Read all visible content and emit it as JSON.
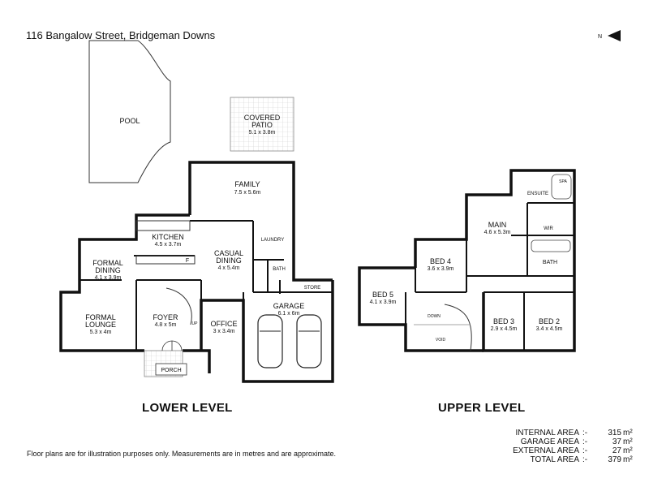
{
  "address": "116 Bangalow Street, Bridgeman Downs",
  "compass": {
    "label": "N",
    "icon": "north-arrow-icon"
  },
  "lower_level": {
    "title": "LOWER LEVEL",
    "rooms": {
      "pool": {
        "name": "POOL"
      },
      "covered_patio": {
        "name1": "COVERED",
        "name2": "PATIO",
        "dims": "5.1 x 3.8m"
      },
      "family": {
        "name": "FAMILY",
        "dims": "7.5 x 5.6m"
      },
      "kitchen": {
        "name": "KITCHEN",
        "dims": "4.5 x 3.7m"
      },
      "laundry": {
        "name": "LAUNDRY"
      },
      "casual_dining": {
        "name1": "CASUAL",
        "name2": "DINING",
        "dims": "4 x 5.4m"
      },
      "formal_dining": {
        "name1": "FORMAL",
        "name2": "DINING",
        "dims": "4.1 x 3.9m"
      },
      "bath": {
        "name": "BATH"
      },
      "store": {
        "name": "STORE"
      },
      "garage": {
        "name": "GARAGE",
        "dims": "6.1 x 6m"
      },
      "formal_lounge": {
        "name1": "FORMAL",
        "name2": "LOUNGE",
        "dims": "5.3 x 4m"
      },
      "foyer": {
        "name": "FOYER",
        "dims": "4.8 x 5m"
      },
      "office": {
        "name": "OFFICE",
        "dims": "3 x 3.4m"
      },
      "porch": {
        "name": "PORCH"
      },
      "fridge_label": "F",
      "up_label": "UP"
    }
  },
  "upper_level": {
    "title": "UPPER LEVEL",
    "rooms": {
      "ensuite": {
        "name": "ENSUITE"
      },
      "spa": {
        "name": "SPA"
      },
      "main": {
        "name": "MAIN",
        "dims": "4.6 x 5.3m"
      },
      "wir": {
        "name": "WIR"
      },
      "bed4": {
        "name": "BED 4",
        "dims": "3.6 x 3.9m"
      },
      "bath": {
        "name": "BATH"
      },
      "bed5": {
        "name": "BED 5",
        "dims": "4.1 x 3.9m"
      },
      "bed3": {
        "name": "BED 3",
        "dims": "2.9 x 4.5m"
      },
      "bed2": {
        "name": "BED 2",
        "dims": "3.4 x 4.5m"
      },
      "down_label": "DOWN",
      "void": {
        "name": "VOID"
      }
    }
  },
  "areas": [
    {
      "label": "INTERNAL AREA",
      "sep": ":-",
      "value": "315",
      "unit": "m²"
    },
    {
      "label": "GARAGE AREA",
      "sep": ":-",
      "value": "37",
      "unit": "m²"
    },
    {
      "label": "EXTERNAL AREA",
      "sep": ":-",
      "value": "27",
      "unit": "m²"
    },
    {
      "label": "TOTAL AREA",
      "sep": ":-",
      "value": "379",
      "unit": "m²"
    }
  ],
  "disclaimer": "Floor plans are for illustration purposes only. Measurements are in metres and are approximate."
}
